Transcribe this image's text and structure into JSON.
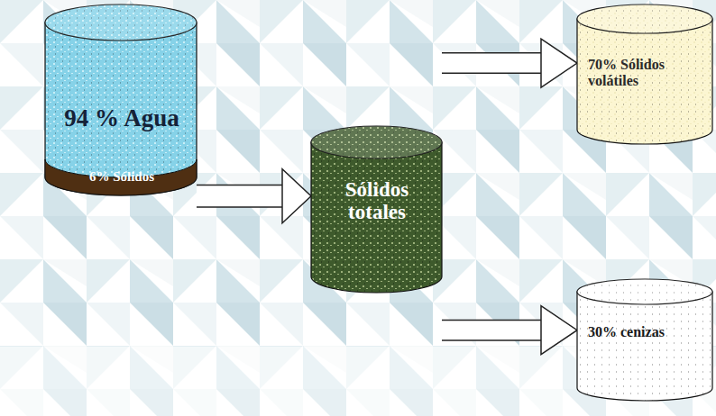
{
  "diagram": {
    "nodes": [
      {
        "text": [
          "94 % Agua",
          "6% Sólidos"
        ]
      },
      {
        "text": [
          "Sólidos totales"
        ]
      },
      {
        "text": [
          "70% Sólidos volátiles"
        ]
      },
      {
        "text": [
          "30% cenizas"
        ]
      }
    ],
    "edges": [
      {
        "from": 0,
        "to": 1,
        "arrow": "to"
      },
      {
        "from": 1,
        "to": 2,
        "arrow": "to"
      },
      {
        "from": 1,
        "to": 3,
        "arrow": "to"
      }
    ]
  }
}
